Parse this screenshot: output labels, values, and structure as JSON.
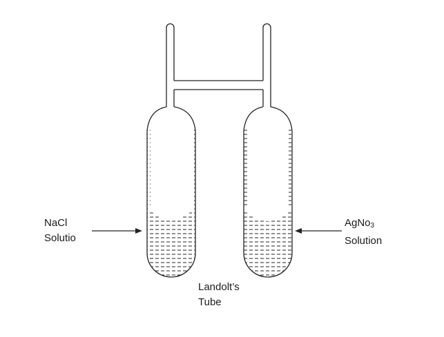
{
  "diagram": {
    "title": "Landolt's Tube",
    "labels": {
      "left_line1": "NaCl",
      "left_line2": "Solutio",
      "right_formula_main": "AgNo",
      "right_formula_sub": "3",
      "right_line2": "Solution",
      "bottom_line1": "Landolt’s",
      "bottom_line2": "Tube"
    },
    "components": [
      {
        "name": "left-limb",
        "contents": "NaCl Solution"
      },
      {
        "name": "right-limb",
        "contents": "AgNO3 Solution"
      },
      {
        "name": "connecting-tube",
        "contents": "horizontal bridge between limbs"
      }
    ],
    "colors": {
      "stroke": "#222222",
      "liquid_dash": "#222222",
      "background": "#ffffff"
    }
  }
}
